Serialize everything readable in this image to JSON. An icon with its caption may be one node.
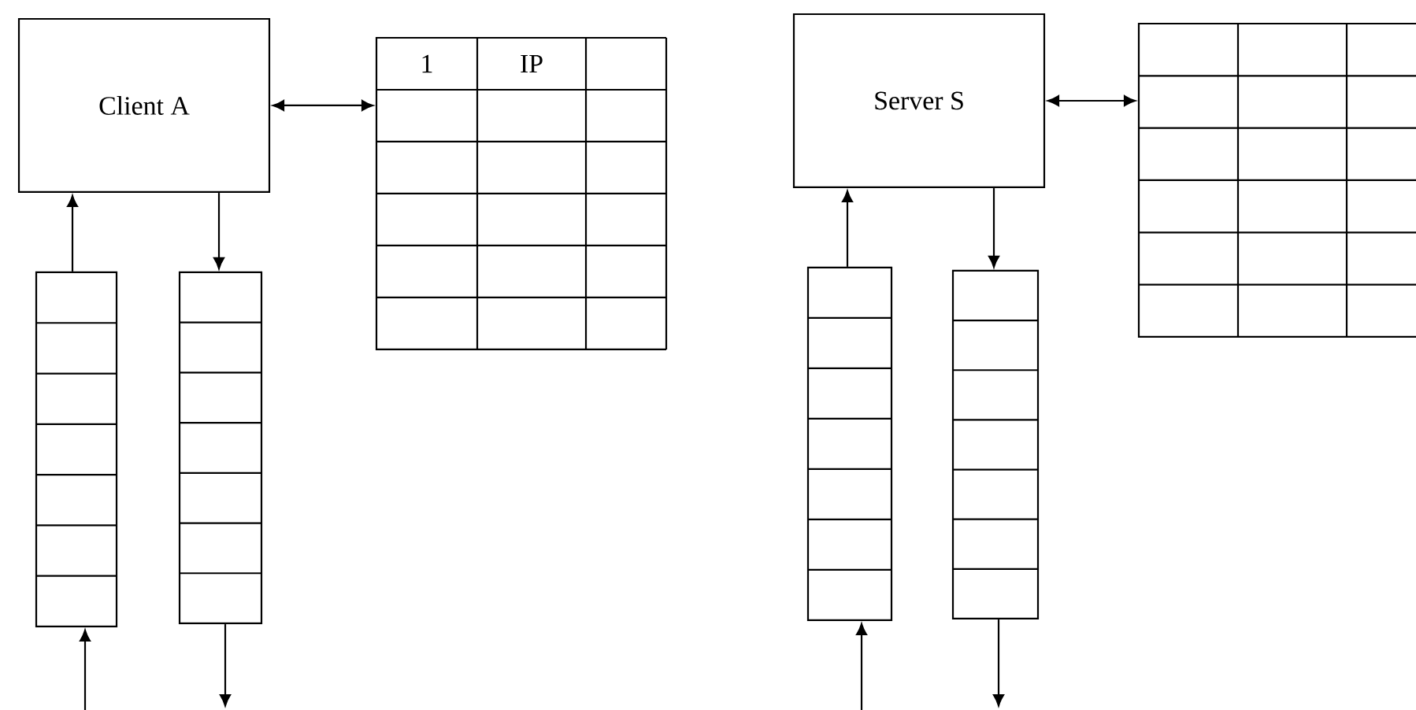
{
  "diagram": {
    "nodes": [
      {
        "text": [
          "Client A"
        ]
      },
      {
        "text": [
          "1",
          "IP"
        ]
      },
      {
        "text": [],
        "shape": "box"
      },
      {
        "text": [],
        "shape": "box"
      },
      {
        "text": [
          "Server S"
        ]
      },
      {
        "text": [],
        "shape": "table"
      },
      {
        "text": [],
        "shape": "box"
      },
      {
        "text": [],
        "shape": "box"
      }
    ],
    "edges": [
      {
        "from": 0,
        "to": 1,
        "arrow": "both"
      },
      {
        "from": 2,
        "to": 0,
        "arrow": "to"
      },
      {
        "from": 0,
        "to": 3,
        "arrow": "to"
      },
      {
        "from": null,
        "to": 2,
        "arrow": "to"
      },
      {
        "from": 3,
        "to": null,
        "arrow": "to"
      },
      {
        "from": 4,
        "to": 5,
        "arrow": "both"
      },
      {
        "from": 6,
        "to": 4,
        "arrow": "to"
      },
      {
        "from": 4,
        "to": 7,
        "arrow": "to"
      },
      {
        "from": null,
        "to": 6,
        "arrow": "to"
      },
      {
        "from": 7,
        "to": null,
        "arrow": "to"
      }
    ]
  }
}
